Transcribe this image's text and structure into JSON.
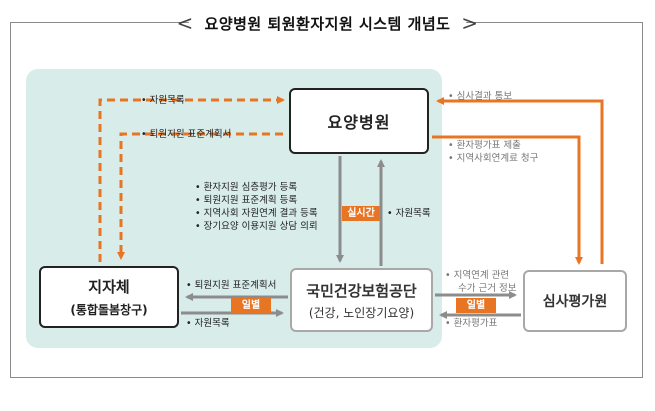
{
  "title": "요양병원 퇴원환자지원 시스템 개념도",
  "title_decor": {
    "left": "<",
    "right": ">"
  },
  "colors": {
    "accent": "#e87524",
    "panel": "#d8ecea",
    "grey_arrow": "#8c8c8c"
  },
  "nodes": {
    "hospital": "요양병원",
    "local_gov": {
      "name": "지자체",
      "sub": "(통합돌봄창구)"
    },
    "nhis": {
      "name": "국민건강보험공단",
      "sub": "(건강, 노인장기요양)"
    },
    "hira": "심사평가원"
  },
  "labels": {
    "resource_list_top": "• 자원목록",
    "discharge_plan_top": "• 퇴원지원 표준계획서",
    "hospital_to_nhis": [
      "• 환자지원 심층평가 등록",
      "• 퇴원지원 표준계획 등록",
      "• 지역사회 자원연계 결과 등록",
      "• 장기요양 이용지원 상담 의뢰"
    ],
    "realtime": "실시간",
    "nhis_to_hospital": "• 자원목록",
    "hira_to_hospital": "• 심사결과 통보",
    "hospital_to_hira": [
      "• 환자평가표 제출",
      "• 지역사회연계료 청구"
    ],
    "nhis_to_local": "• 퇴원지원 표준계획서",
    "batch": "일별",
    "local_to_nhis": "• 자원목록",
    "nhis_to_hira": [
      "• 지역연계 관련",
      "수가 근거 정보"
    ],
    "hira_to_nhis": "• 환자평가표"
  }
}
